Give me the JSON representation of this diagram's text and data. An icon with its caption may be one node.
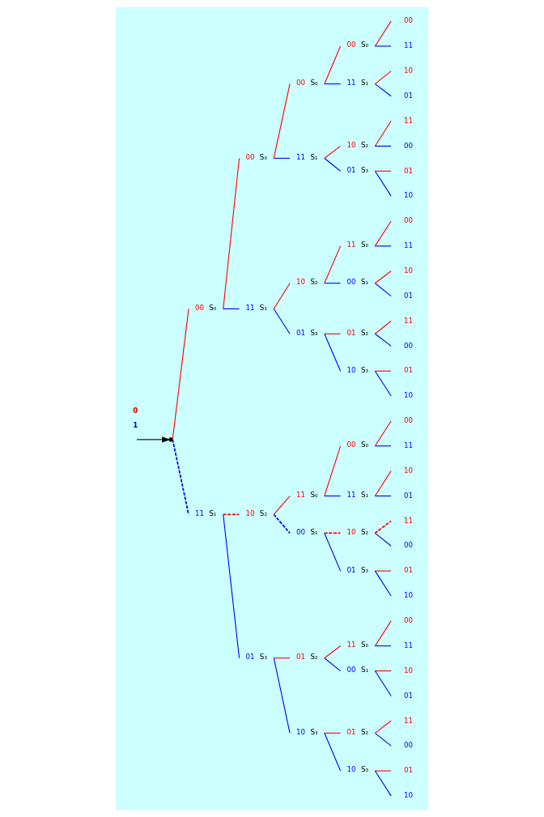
{
  "diagram": {
    "nodes": [
      {
        "text": [],
        "shape": "circle"
      },
      {
        "text": [
          "00",
          "S₀"
        ]
      },
      {
        "text": [
          "11",
          "S₁"
        ]
      },
      {
        "text": [
          "00",
          "S₀"
        ]
      },
      {
        "text": [
          "11",
          "S₁"
        ]
      },
      {
        "text": [
          "10",
          "S₂"
        ]
      },
      {
        "text": [
          "01",
          "S₃"
        ]
      },
      {
        "text": [
          "00",
          "S₀"
        ]
      },
      {
        "text": [
          "11",
          "S₁"
        ]
      },
      {
        "text": [
          "10",
          "S₂"
        ]
      },
      {
        "text": [
          "01",
          "S₃"
        ]
      },
      {
        "text": [
          "11",
          "S₀"
        ]
      },
      {
        "text": [
          "00",
          "S₁"
        ]
      },
      {
        "text": [
          "01",
          "S₂"
        ]
      },
      {
        "text": [
          "10",
          "S₃"
        ]
      },
      {
        "text": [
          "00",
          "S₀"
        ]
      },
      {
        "text": [
          "11",
          "S₁"
        ]
      },
      {
        "text": [
          "10",
          "S₂"
        ]
      },
      {
        "text": [
          "01",
          "S₃"
        ]
      },
      {
        "text": [
          "11",
          "S₀"
        ]
      },
      {
        "text": [
          "00",
          "S₁"
        ]
      },
      {
        "text": [
          "01",
          "S₂"
        ]
      },
      {
        "text": [
          "10",
          "S₃"
        ]
      },
      {
        "text": [
          "00",
          "S₀"
        ]
      },
      {
        "text": [
          "11",
          "S₁"
        ]
      },
      {
        "text": [
          "10",
          "S₂"
        ]
      },
      {
        "text": [
          "01",
          "S₃"
        ]
      },
      {
        "text": [
          "11",
          "S₀"
        ]
      },
      {
        "text": [
          "00",
          "S₁"
        ]
      },
      {
        "text": [
          "01",
          "S₂"
        ]
      },
      {
        "text": [
          "10",
          "S₃"
        ]
      },
      {
        "text": [
          "00"
        ]
      },
      {
        "text": [
          "11"
        ]
      },
      {
        "text": [
          "10"
        ]
      },
      {
        "text": [
          "01"
        ]
      },
      {
        "text": [
          "11"
        ]
      },
      {
        "text": [
          "00"
        ]
      },
      {
        "text": [
          "01"
        ]
      },
      {
        "text": [
          "10"
        ]
      },
      {
        "text": [
          "00"
        ]
      },
      {
        "text": [
          "11"
        ]
      },
      {
        "text": [
          "10"
        ]
      },
      {
        "text": [
          "01"
        ]
      },
      {
        "text": [
          "11"
        ]
      },
      {
        "text": [
          "00"
        ]
      },
      {
        "text": [
          "01"
        ]
      },
      {
        "text": [
          "10"
        ]
      },
      {
        "text": [
          "00"
        ]
      },
      {
        "text": [
          "11"
        ]
      },
      {
        "text": [
          "10"
        ]
      },
      {
        "text": [
          "01"
        ]
      },
      {
        "text": [
          "11"
        ]
      },
      {
        "text": [
          "00"
        ]
      },
      {
        "text": [
          "01"
        ]
      },
      {
        "text": [
          "10"
        ]
      },
      {
        "text": [
          "00"
        ]
      },
      {
        "text": [
          "11"
        ]
      },
      {
        "text": [
          "10"
        ]
      },
      {
        "text": [
          "01"
        ]
      },
      {
        "text": [
          "11"
        ]
      },
      {
        "text": [
          "00"
        ]
      },
      {
        "text": [
          "01"
        ]
      },
      {
        "text": [
          "10"
        ]
      }
    ],
    "edges": [
      {
        "from": null,
        "to": 0,
        "arrow": "to",
        "color": "#000000"
      },
      {
        "from": 0,
        "to": 1,
        "arrow": "none",
        "color": "#ff0000"
      },
      {
        "from": 0,
        "to": 2,
        "arrow": "none",
        "color": "#0000ff",
        "style": "dashed"
      },
      {
        "from": 1,
        "to": 3,
        "arrow": "none",
        "color": "#ff0000"
      },
      {
        "from": 1,
        "to": 4,
        "arrow": "none",
        "color": "#0000ff"
      },
      {
        "from": 2,
        "to": 5,
        "arrow": "none",
        "color": "#ff0000",
        "style": "dashed"
      },
      {
        "from": 2,
        "to": 6,
        "arrow": "none",
        "color": "#0000ff"
      },
      {
        "from": 3,
        "to": 7,
        "arrow": "none",
        "color": "#ff0000"
      },
      {
        "from": 3,
        "to": 8,
        "arrow": "none",
        "color": "#0000ff"
      },
      {
        "from": 4,
        "to": 9,
        "arrow": "none",
        "color": "#ff0000"
      },
      {
        "from": 4,
        "to": 10,
        "arrow": "none",
        "color": "#0000ff"
      },
      {
        "from": 5,
        "to": 11,
        "arrow": "none",
        "color": "#ff0000"
      },
      {
        "from": 5,
        "to": 12,
        "arrow": "none",
        "color": "#0000ff",
        "style": "dashed"
      },
      {
        "from": 6,
        "to": 13,
        "arrow": "none",
        "color": "#ff0000"
      },
      {
        "from": 6,
        "to": 14,
        "arrow": "none",
        "color": "#0000ff"
      },
      {
        "from": 7,
        "to": 15,
        "arrow": "none",
        "color": "#ff0000"
      },
      {
        "from": 7,
        "to": 16,
        "arrow": "none",
        "color": "#0000ff"
      },
      {
        "from": 8,
        "to": 17,
        "arrow": "none",
        "color": "#ff0000"
      },
      {
        "from": 8,
        "to": 18,
        "arrow": "none",
        "color": "#0000ff"
      },
      {
        "from": 9,
        "to": 19,
        "arrow": "none",
        "color": "#ff0000"
      },
      {
        "from": 9,
        "to": 20,
        "arrow": "none",
        "color": "#0000ff"
      },
      {
        "from": 10,
        "to": 21,
        "arrow": "none",
        "color": "#ff0000"
      },
      {
        "from": 10,
        "to": 22,
        "arrow": "none",
        "color": "#0000ff"
      },
      {
        "from": 11,
        "to": 23,
        "arrow": "none",
        "color": "#ff0000"
      },
      {
        "from": 11,
        "to": 24,
        "arrow": "none",
        "color": "#0000ff"
      },
      {
        "from": 12,
        "to": 25,
        "arrow": "none",
        "color": "#ff0000",
        "style": "dashed"
      },
      {
        "from": 12,
        "to": 26,
        "arrow": "none",
        "color": "#0000ff"
      },
      {
        "from": 13,
        "to": 27,
        "arrow": "none",
        "color": "#ff0000"
      },
      {
        "from": 13,
        "to": 28,
        "arrow": "none",
        "color": "#0000ff"
      },
      {
        "from": 14,
        "to": 29,
        "arrow": "none",
        "color": "#ff0000"
      },
      {
        "from": 14,
        "to": 30,
        "arrow": "none",
        "color": "#0000ff"
      },
      {
        "from": 15,
        "to": 31,
        "arrow": "none",
        "color": "#ff0000"
      },
      {
        "from": 15,
        "to": 32,
        "arrow": "none",
        "color": "#0000ff"
      },
      {
        "from": 16,
        "to": 33,
        "arrow": "none",
        "color": "#ff0000"
      },
      {
        "from": 16,
        "to": 34,
        "arrow": "none",
        "color": "#0000ff"
      },
      {
        "from": 17,
        "to": 35,
        "arrow": "none",
        "color": "#ff0000"
      },
      {
        "from": 17,
        "to": 36,
        "arrow": "none",
        "color": "#0000ff"
      },
      {
        "from": 18,
        "to": 37,
        "arrow": "none",
        "color": "#ff0000"
      },
      {
        "from": 18,
        "to": 38,
        "arrow": "none",
        "color": "#0000ff"
      },
      {
        "from": 19,
        "to": 39,
        "arrow": "none",
        "color": "#ff0000"
      },
      {
        "from": 19,
        "to": 40,
        "arrow": "none",
        "color": "#0000ff"
      },
      {
        "from": 20,
        "to": 41,
        "arrow": "none",
        "color": "#ff0000"
      },
      {
        "from": 20,
        "to": 42,
        "arrow": "none",
        "color": "#0000ff"
      },
      {
        "from": 21,
        "to": 43,
        "arrow": "none",
        "color": "#ff0000"
      },
      {
        "from": 21,
        "to": 44,
        "arrow": "none",
        "color": "#0000ff"
      },
      {
        "from": 22,
        "to": 45,
        "arrow": "none",
        "color": "#ff0000"
      },
      {
        "from": 22,
        "to": 46,
        "arrow": "none",
        "color": "#0000ff"
      },
      {
        "from": 23,
        "to": 47,
        "arrow": "none",
        "color": "#ff0000"
      },
      {
        "from": 23,
        "to": 48,
        "arrow": "none",
        "color": "#0000ff"
      },
      {
        "from": 24,
        "to": 49,
        "arrow": "none",
        "color": "#ff0000"
      },
      {
        "from": 24,
        "to": 50,
        "arrow": "none",
        "color": "#0000ff"
      },
      {
        "from": 25,
        "to": 51,
        "arrow": "none",
        "color": "#ff0000",
        "style": "dashed"
      },
      {
        "from": 25,
        "to": 52,
        "arrow": "none",
        "color": "#0000ff"
      },
      {
        "from": 26,
        "to": 53,
        "arrow": "none",
        "color": "#ff0000"
      },
      {
        "from": 26,
        "to": 54,
        "arrow": "none",
        "color": "#0000ff"
      },
      {
        "from": 27,
        "to": 55,
        "arrow": "none",
        "color": "#ff0000"
      },
      {
        "from": 27,
        "to": 56,
        "arrow": "none",
        "color": "#0000ff"
      },
      {
        "from": 28,
        "to": 57,
        "arrow": "none",
        "color": "#ff0000"
      },
      {
        "from": 28,
        "to": 58,
        "arrow": "none",
        "color": "#0000ff"
      },
      {
        "from": 29,
        "to": 59,
        "arrow": "none",
        "color": "#ff0000"
      },
      {
        "from": 29,
        "to": 60,
        "arrow": "none",
        "color": "#0000ff"
      },
      {
        "from": 30,
        "to": 61,
        "arrow": "none",
        "color": "#ff0000"
      },
      {
        "from": 30,
        "to": 62,
        "arrow": "none",
        "color": "#0000ff"
      }
    ],
    "legend": [
      {
        "text": "0"
      },
      {
        "text": "1"
      }
    ]
  }
}
